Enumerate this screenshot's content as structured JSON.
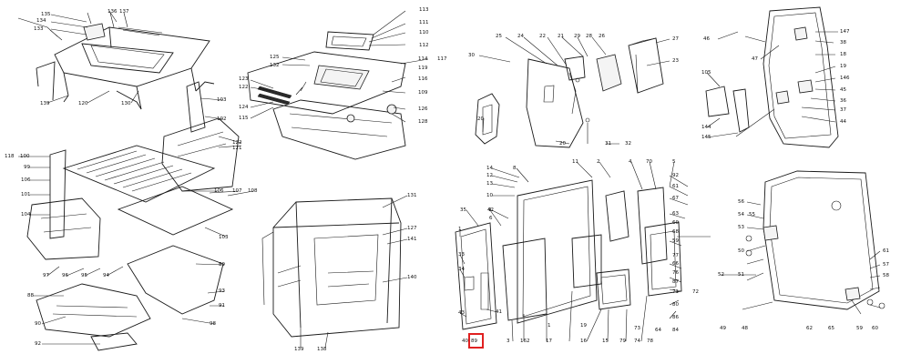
{
  "highlight_color": "#e02020",
  "highlighted_callout": "89",
  "callouts": [
    {
      "id": "c1",
      "text": "135"
    },
    {
      "id": "c2",
      "text": "136"
    },
    {
      "id": "c3",
      "text": "137"
    },
    {
      "id": "c4",
      "text": "134"
    },
    {
      "id": "c5",
      "text": "133"
    },
    {
      "id": "c6",
      "text": "139"
    },
    {
      "id": "c7",
      "text": "120"
    },
    {
      "id": "c8",
      "text": "130"
    },
    {
      "id": "c9",
      "text": "113"
    },
    {
      "id": "c10",
      "text": "111"
    },
    {
      "id": "c11",
      "text": "110"
    },
    {
      "id": "c12",
      "text": "112"
    },
    {
      "id": "c13",
      "text": "125"
    },
    {
      "id": "c14",
      "text": "132"
    },
    {
      "id": "c15",
      "text": "114"
    },
    {
      "id": "c16",
      "text": "117"
    },
    {
      "id": "c17",
      "text": "116"
    },
    {
      "id": "c18",
      "text": "123"
    },
    {
      "id": "c19",
      "text": "122"
    },
    {
      "id": "c20",
      "text": "124"
    },
    {
      "id": "c21",
      "text": "115"
    },
    {
      "id": "c22",
      "text": "109"
    },
    {
      "id": "c23",
      "text": "126"
    },
    {
      "id": "c24",
      "text": "128"
    },
    {
      "id": "c25",
      "text": "119"
    },
    {
      "id": "c26",
      "text": "103"
    },
    {
      "id": "c27",
      "text": "102"
    },
    {
      "id": "c28",
      "text": "122"
    },
    {
      "id": "c29",
      "text": "121"
    },
    {
      "id": "c30",
      "text": "118"
    },
    {
      "id": "c31",
      "text": "100"
    },
    {
      "id": "c32",
      "text": "99"
    },
    {
      "id": "c33",
      "text": "106"
    },
    {
      "id": "c34",
      "text": "101"
    },
    {
      "id": "c35",
      "text": "104"
    },
    {
      "id": "c36",
      "text": "106"
    },
    {
      "id": "c37",
      "text": "107"
    },
    {
      "id": "c38",
      "text": "108"
    },
    {
      "id": "c39",
      "text": "103"
    },
    {
      "id": "c40",
      "text": "97"
    },
    {
      "id": "c41",
      "text": "96"
    },
    {
      "id": "c42",
      "text": "95"
    },
    {
      "id": "c43",
      "text": "94"
    },
    {
      "id": "c44",
      "text": "89"
    },
    {
      "id": "c45",
      "text": "88"
    },
    {
      "id": "c46",
      "text": "93"
    },
    {
      "id": "c47",
      "text": "91"
    },
    {
      "id": "c48",
      "text": "90"
    },
    {
      "id": "c49",
      "text": "98"
    },
    {
      "id": "c50",
      "text": "92"
    },
    {
      "id": "c51",
      "text": "131"
    },
    {
      "id": "c52",
      "text": "127"
    },
    {
      "id": "c53",
      "text": "141"
    },
    {
      "id": "c54",
      "text": "140"
    },
    {
      "id": "c55",
      "text": "139"
    },
    {
      "id": "c56",
      "text": "138"
    },
    {
      "id": "c57",
      "text": "25"
    },
    {
      "id": "c58",
      "text": "24"
    },
    {
      "id": "c59",
      "text": "22"
    },
    {
      "id": "c60",
      "text": "21"
    },
    {
      "id": "c61",
      "text": "29"
    },
    {
      "id": "c62",
      "text": "28"
    },
    {
      "id": "c63",
      "text": "26"
    },
    {
      "id": "c64",
      "text": "27"
    },
    {
      "id": "c65",
      "text": "30"
    },
    {
      "id": "c66",
      "text": "23"
    },
    {
      "id": "c67",
      "text": "20"
    },
    {
      "id": "c68",
      "text": "20"
    },
    {
      "id": "c69",
      "text": "31"
    },
    {
      "id": "c70",
      "text": "32"
    },
    {
      "id": "c71",
      "text": "46"
    },
    {
      "id": "c72",
      "text": "47"
    },
    {
      "id": "c73",
      "text": "147"
    },
    {
      "id": "c74",
      "text": "38"
    },
    {
      "id": "c75",
      "text": "18"
    },
    {
      "id": "c76",
      "text": "19"
    },
    {
      "id": "c77",
      "text": "105"
    },
    {
      "id": "c78",
      "text": "146"
    },
    {
      "id": "c79",
      "text": "45"
    },
    {
      "id": "c80",
      "text": "36"
    },
    {
      "id": "c81",
      "text": "37"
    },
    {
      "id": "c82",
      "text": "44"
    },
    {
      "id": "c83",
      "text": "144"
    },
    {
      "id": "c84",
      "text": "145"
    },
    {
      "id": "c85",
      "text": "14"
    },
    {
      "id": "c86",
      "text": "12"
    },
    {
      "id": "c87",
      "text": "13"
    },
    {
      "id": "c88",
      "text": "10"
    },
    {
      "id": "c89",
      "text": "9"
    },
    {
      "id": "c90",
      "text": "8"
    },
    {
      "id": "c91",
      "text": "11"
    },
    {
      "id": "c92",
      "text": "2"
    },
    {
      "id": "c93",
      "text": "4"
    },
    {
      "id": "c94",
      "text": "70"
    },
    {
      "id": "c95",
      "text": "5"
    },
    {
      "id": "c96",
      "text": "35"
    },
    {
      "id": "c97",
      "text": "42"
    },
    {
      "id": "c98",
      "text": "6"
    },
    {
      "id": "c99",
      "text": "1"
    },
    {
      "id": "c100",
      "text": "33"
    },
    {
      "id": "c101",
      "text": "34"
    },
    {
      "id": "c102",
      "text": "43"
    },
    {
      "id": "c103",
      "text": "41"
    },
    {
      "id": "c104",
      "text": "40"
    },
    {
      "id": "c105",
      "text": "89"
    },
    {
      "id": "c106",
      "text": "3"
    },
    {
      "id": "c107",
      "text": "162"
    },
    {
      "id": "c108",
      "text": "1"
    },
    {
      "id": "c109",
      "text": "17"
    },
    {
      "id": "c110",
      "text": "19"
    },
    {
      "id": "c111",
      "text": "16"
    },
    {
      "id": "c112",
      "text": "15"
    },
    {
      "id": "c113",
      "text": "79"
    },
    {
      "id": "c114",
      "text": "73"
    },
    {
      "id": "c115",
      "text": "74"
    },
    {
      "id": "c116",
      "text": "78"
    },
    {
      "id": "c117",
      "text": "64"
    },
    {
      "id": "c118",
      "text": "92"
    },
    {
      "id": "c119",
      "text": "61"
    },
    {
      "id": "c120",
      "text": "67"
    },
    {
      "id": "c121",
      "text": "63"
    },
    {
      "id": "c122",
      "text": "60"
    },
    {
      "id": "c123",
      "text": "68"
    },
    {
      "id": "c124",
      "text": "59"
    },
    {
      "id": "c125",
      "text": "77"
    },
    {
      "id": "c126",
      "text": "66"
    },
    {
      "id": "c127",
      "text": "76"
    },
    {
      "id": "c128",
      "text": "87"
    },
    {
      "id": "c129",
      "text": "71"
    },
    {
      "id": "c130",
      "text": "72"
    },
    {
      "id": "c131",
      "text": "80"
    },
    {
      "id": "c132",
      "text": "86"
    },
    {
      "id": "c133",
      "text": "84"
    },
    {
      "id": "c134",
      "text": "56"
    },
    {
      "id": "c135",
      "text": "54"
    },
    {
      "id": "c136",
      "text": "55"
    },
    {
      "id": "c137",
      "text": "53"
    },
    {
      "id": "c138",
      "text": "52"
    },
    {
      "id": "c139",
      "text": "51"
    },
    {
      "id": "c140",
      "text": "50"
    },
    {
      "id": "c141",
      "text": "49"
    },
    {
      "id": "c142",
      "text": "48"
    },
    {
      "id": "c143",
      "text": "61"
    },
    {
      "id": "c144",
      "text": "57"
    },
    {
      "id": "c145",
      "text": "58"
    },
    {
      "id": "c146",
      "text": "62"
    },
    {
      "id": "c147",
      "text": "65"
    },
    {
      "id": "c148",
      "text": "59"
    },
    {
      "id": "c149",
      "text": "60"
    }
  ]
}
